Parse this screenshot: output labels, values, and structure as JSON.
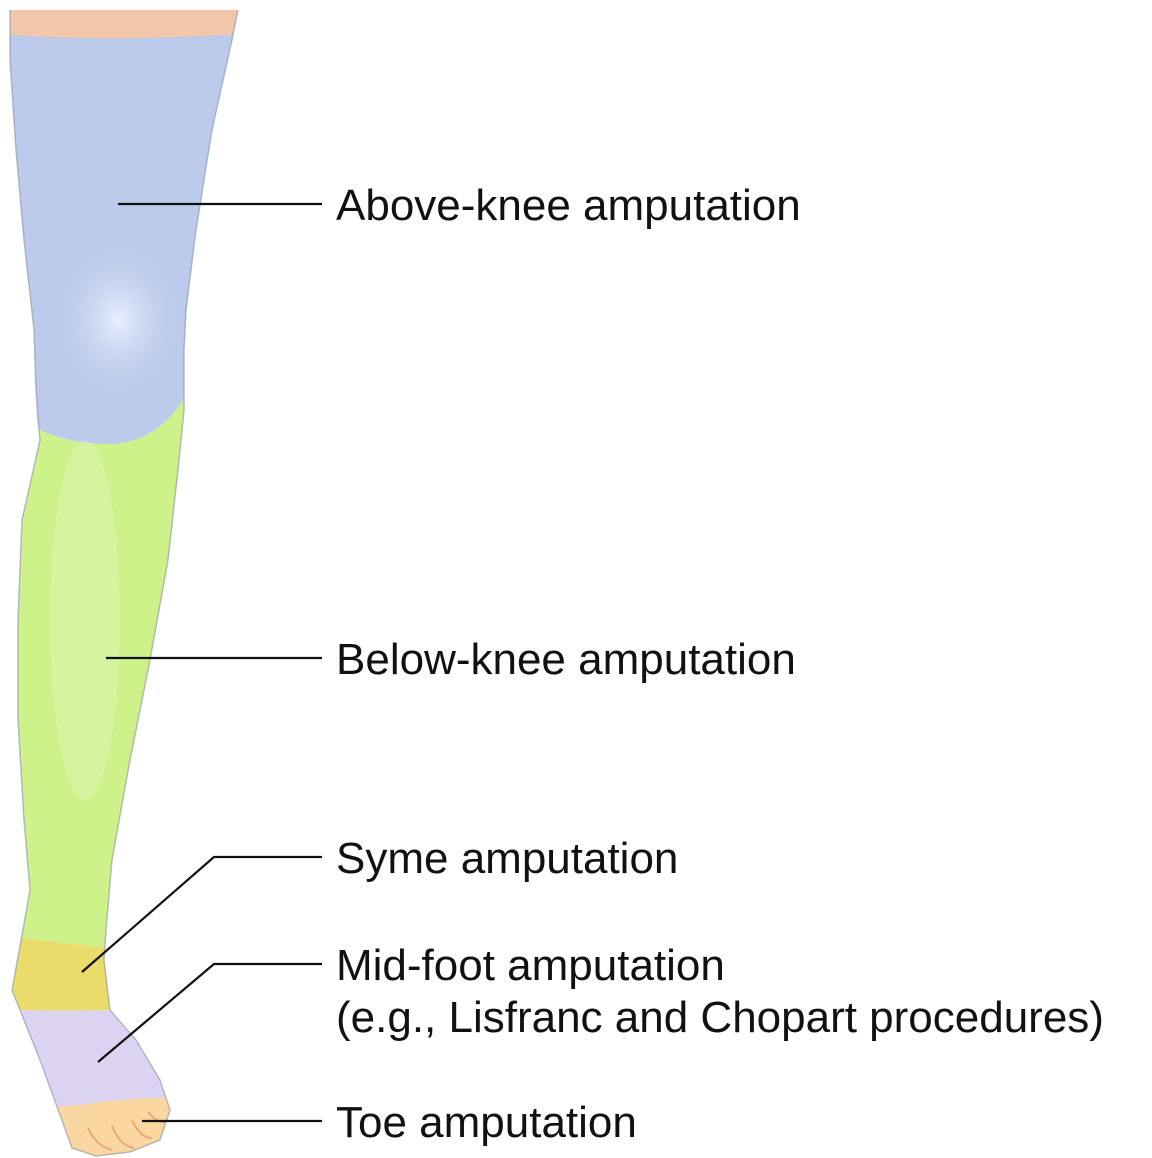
{
  "diagram": {
    "labels": {
      "above_knee": "Above-knee amputation",
      "below_knee": "Below-knee amputation",
      "syme": "Syme amputation",
      "midfoot_line1": "Mid-foot amputation",
      "midfoot_line2": "(e.g., Lisfranc and Chopart procedures)",
      "toe": "Toe amputation"
    },
    "region_colors": {
      "skin": "#f2c6a8",
      "above_knee": "#bccbec",
      "below_knee": "#cdf28a",
      "syme": "#eadc6a",
      "midfoot": "#dcd3f2",
      "toe": "#fad6a0"
    }
  }
}
